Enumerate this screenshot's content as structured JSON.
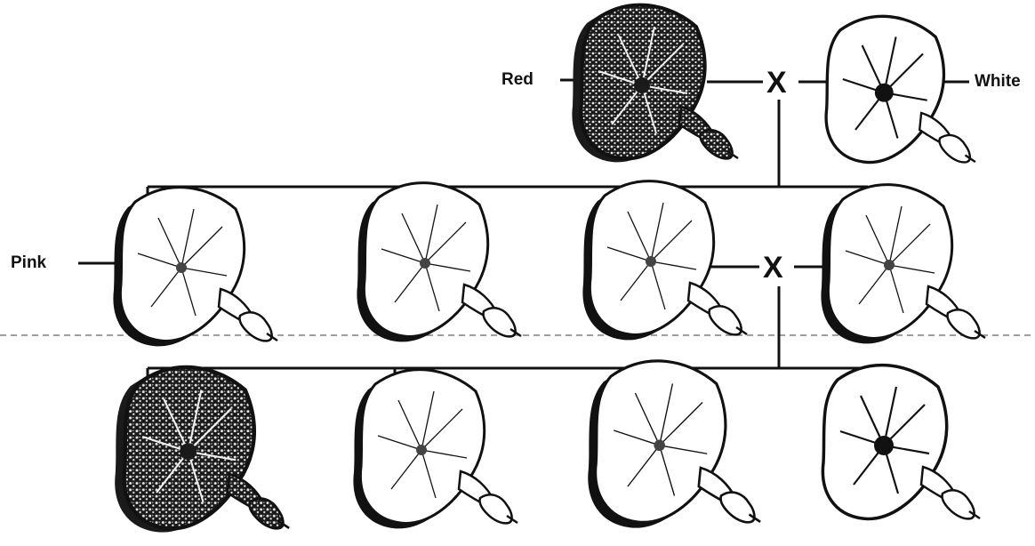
{
  "labels": {
    "red": "Red",
    "white": "White",
    "pink": "Pink"
  },
  "cross_symbol": "X",
  "generations": [
    {
      "flowers": [
        "red",
        "white"
      ]
    },
    {
      "flowers": [
        "pink",
        "pink",
        "pink",
        "pink"
      ]
    },
    {
      "flowers": [
        "red",
        "pink",
        "pink",
        "white"
      ]
    }
  ],
  "colors": {
    "ink": "#111111",
    "red_fill": "#1a1a1a",
    "red_speckle": "#e8e8e8",
    "pink_shadow": "#111111",
    "white_fill": "#ffffff",
    "dashed_rule": "#666666"
  }
}
